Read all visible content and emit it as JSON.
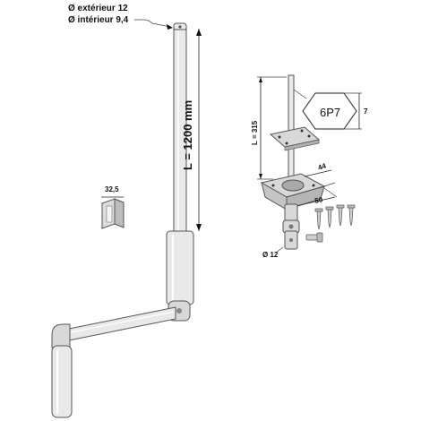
{
  "crank_rod": {
    "outer_diameter_label": "Ø extérieur 12",
    "inner_diameter_label": "Ø intérieur 9,4",
    "length_label": "L = 1200 mm"
  },
  "clip": {
    "width_label": "32,5"
  },
  "gear_assembly": {
    "shaft_length_label": "L = 315",
    "hexagon_label": "6P7",
    "hexagon_height_label": "7",
    "dim_44_label": "44",
    "dim_50_label": "50",
    "shaft_diameter_label": "Ø 12"
  }
}
